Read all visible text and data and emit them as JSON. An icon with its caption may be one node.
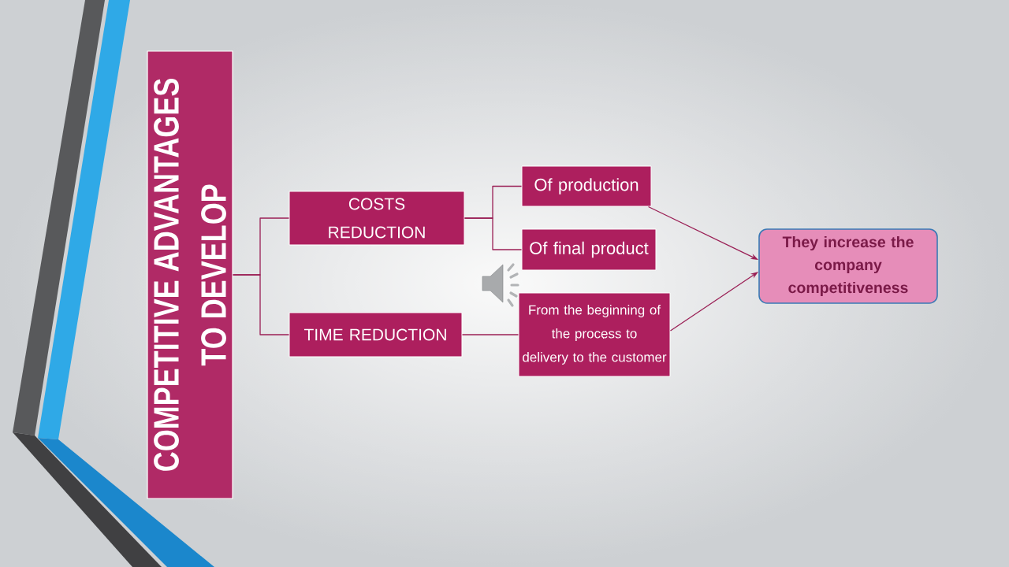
{
  "diagram": {
    "nodes": [
      {
        "text": [
          "COMPETITIVE ADVANTAGES TO DEVELOP"
        ]
      },
      {
        "text": [
          "COSTS REDUCTION"
        ]
      },
      {
        "text": [
          "TIME REDUCTION"
        ]
      },
      {
        "text": [
          "Of production"
        ]
      },
      {
        "text": [
          "Of final product"
        ]
      },
      {
        "text": [
          "From the beginning of the process to delivery to the customer"
        ]
      },
      {
        "text": [
          "They increase the company competitiveness"
        ]
      }
    ],
    "edges": [
      {
        "from": 0,
        "to": 1,
        "arrow": "none"
      },
      {
        "from": 0,
        "to": 2,
        "arrow": "none"
      },
      {
        "from": 1,
        "to": 3,
        "arrow": "none"
      },
      {
        "from": 1,
        "to": 4,
        "arrow": "none"
      },
      {
        "from": 2,
        "to": 5,
        "arrow": "none"
      },
      {
        "from": 3,
        "to": 6,
        "arrow": "to"
      },
      {
        "from": 5,
        "to": 6,
        "arrow": "to"
      }
    ]
  }
}
